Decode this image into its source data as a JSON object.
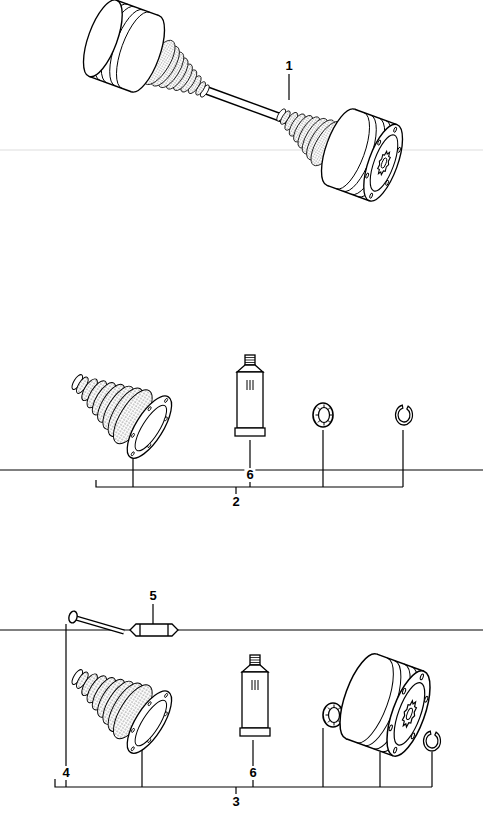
{
  "diagram": {
    "labels": [
      "1",
      "6",
      "2",
      "5",
      "4",
      "6",
      "3"
    ]
  }
}
